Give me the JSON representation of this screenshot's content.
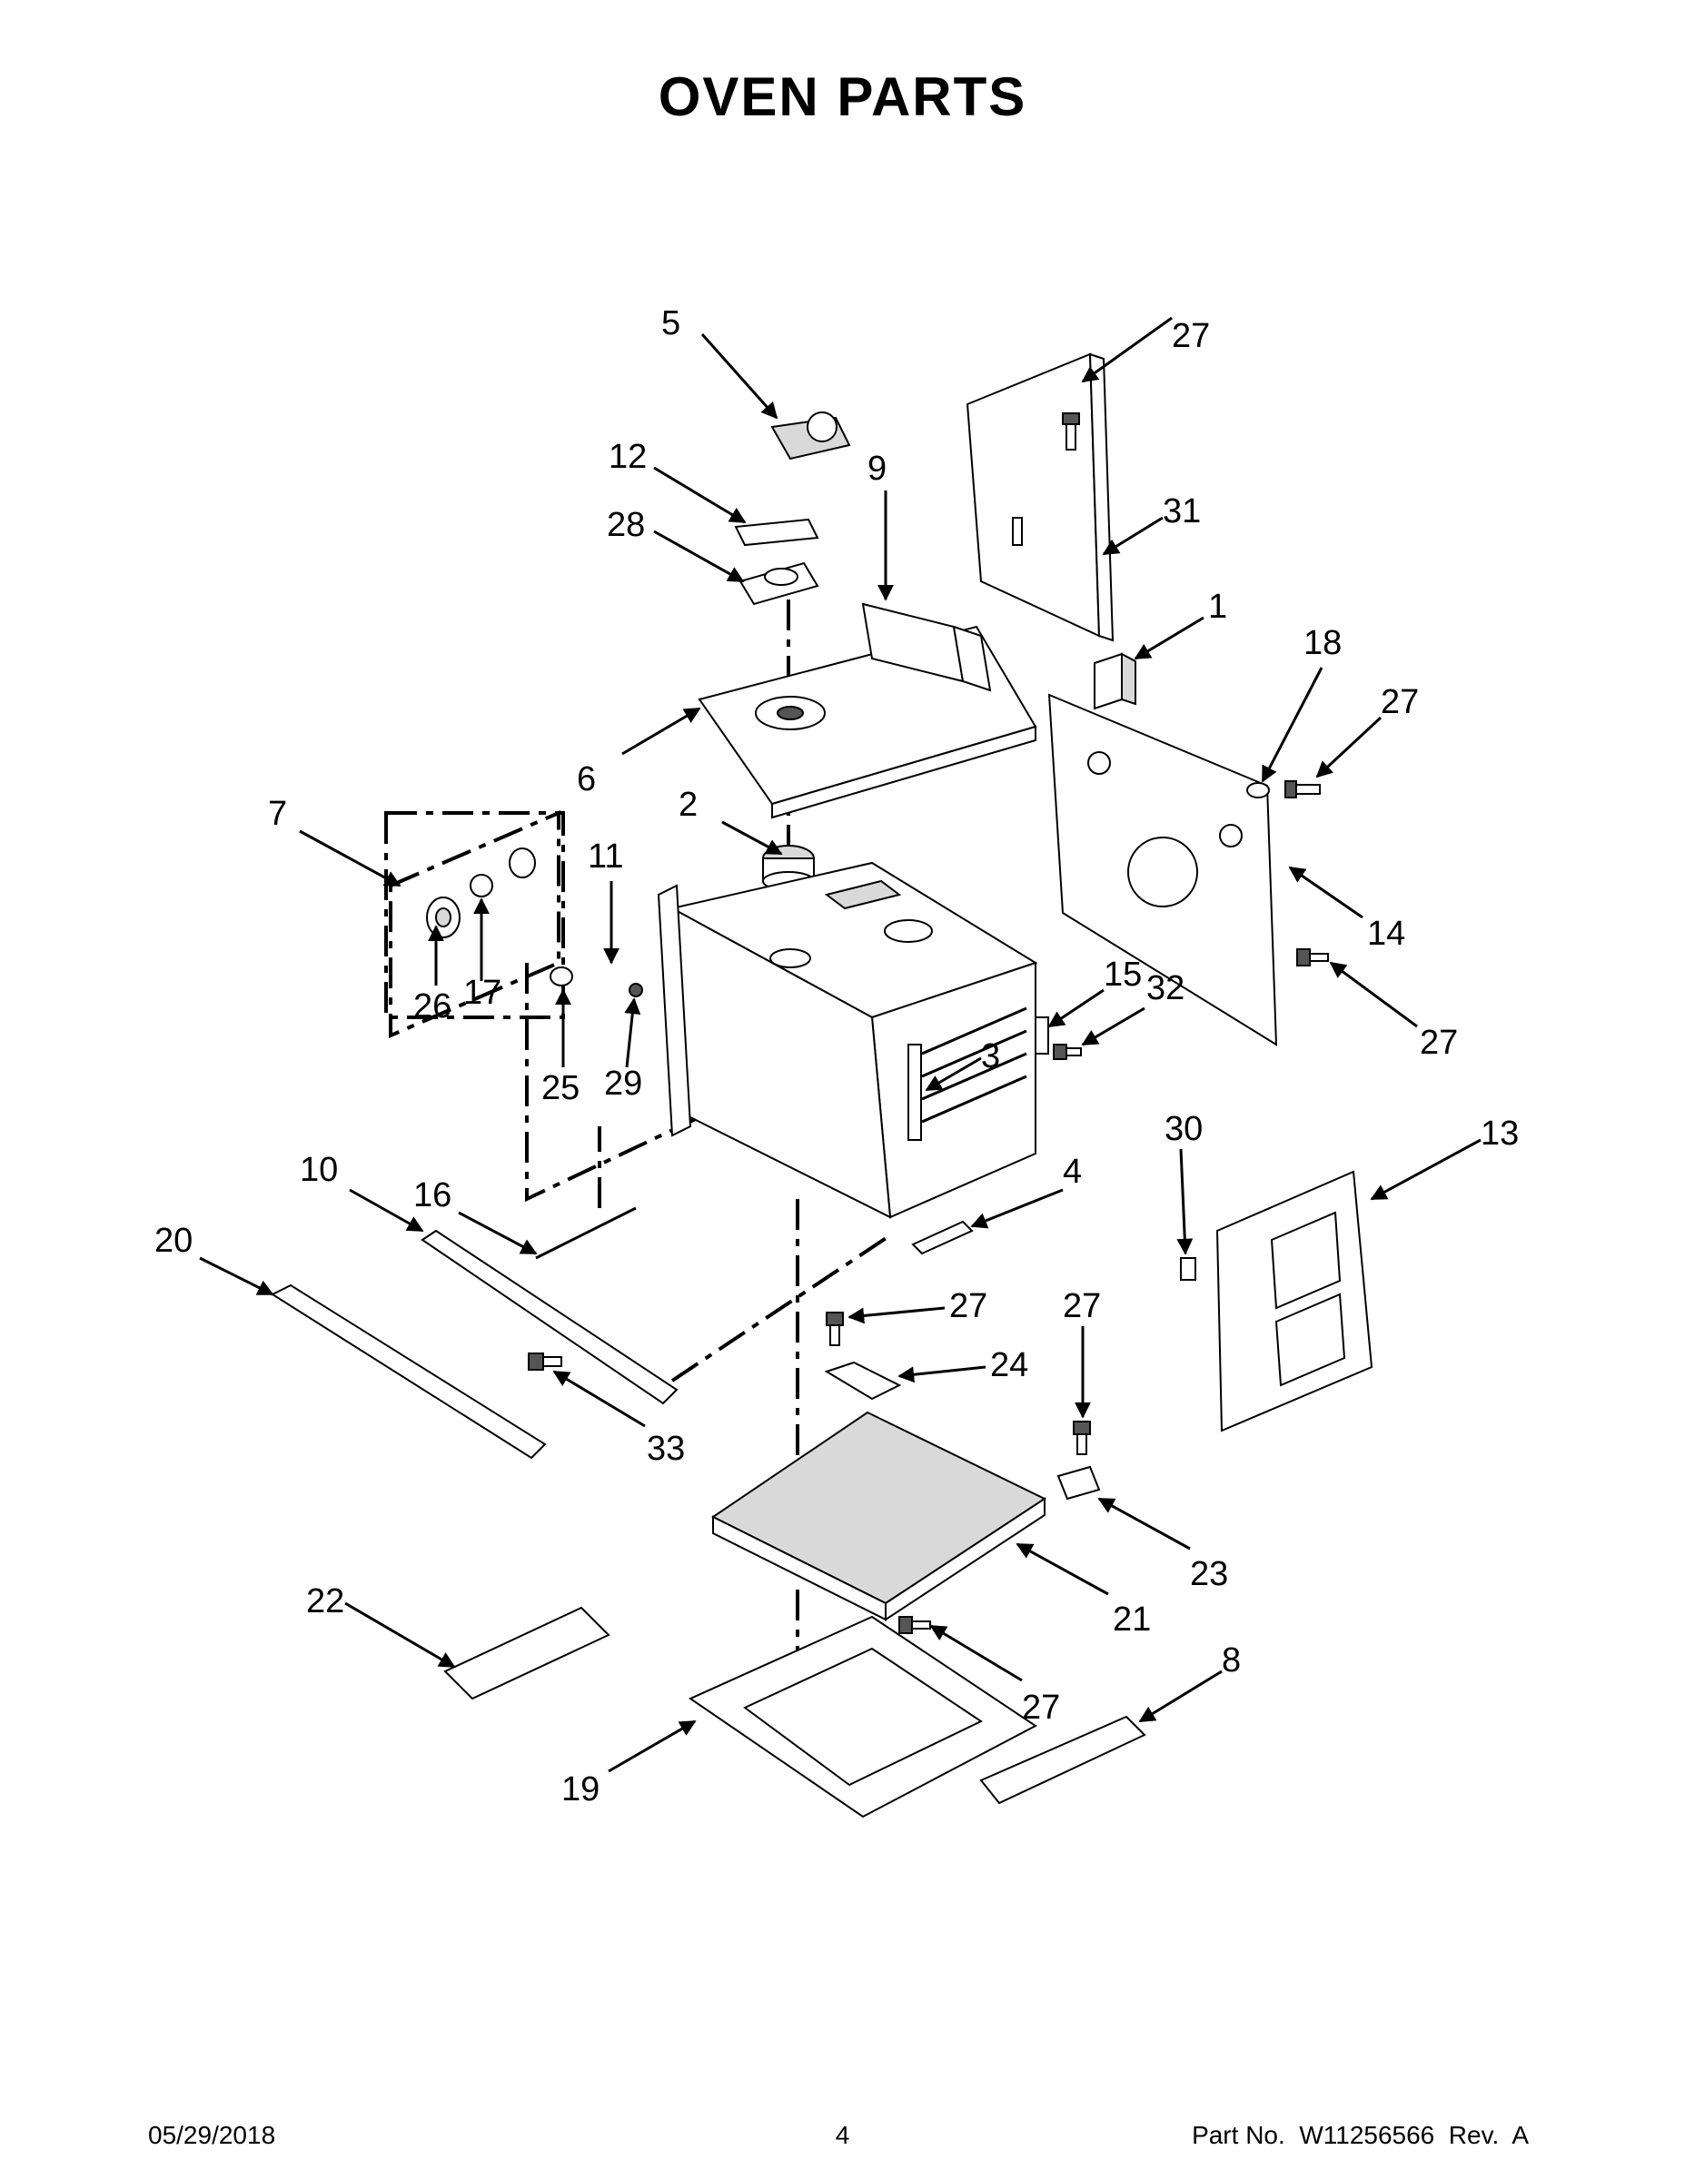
{
  "title": "OVEN PARTS",
  "footer": {
    "date": "05/29/2018",
    "page": "4",
    "part_number": "Part No.  W11256566  Rev.  A"
  },
  "callouts": [
    "27",
    "5",
    "12",
    "9",
    "31",
    "28",
    "1",
    "18",
    "27",
    "6",
    "7",
    "2",
    "11",
    "14",
    "26",
    "17",
    "15",
    "32",
    "27",
    "25",
    "29",
    "3",
    "30",
    "13",
    "10",
    "4",
    "16",
    "20",
    "27",
    "27",
    "24",
    "33",
    "23",
    "21",
    "22",
    "8",
    "27",
    "19"
  ]
}
